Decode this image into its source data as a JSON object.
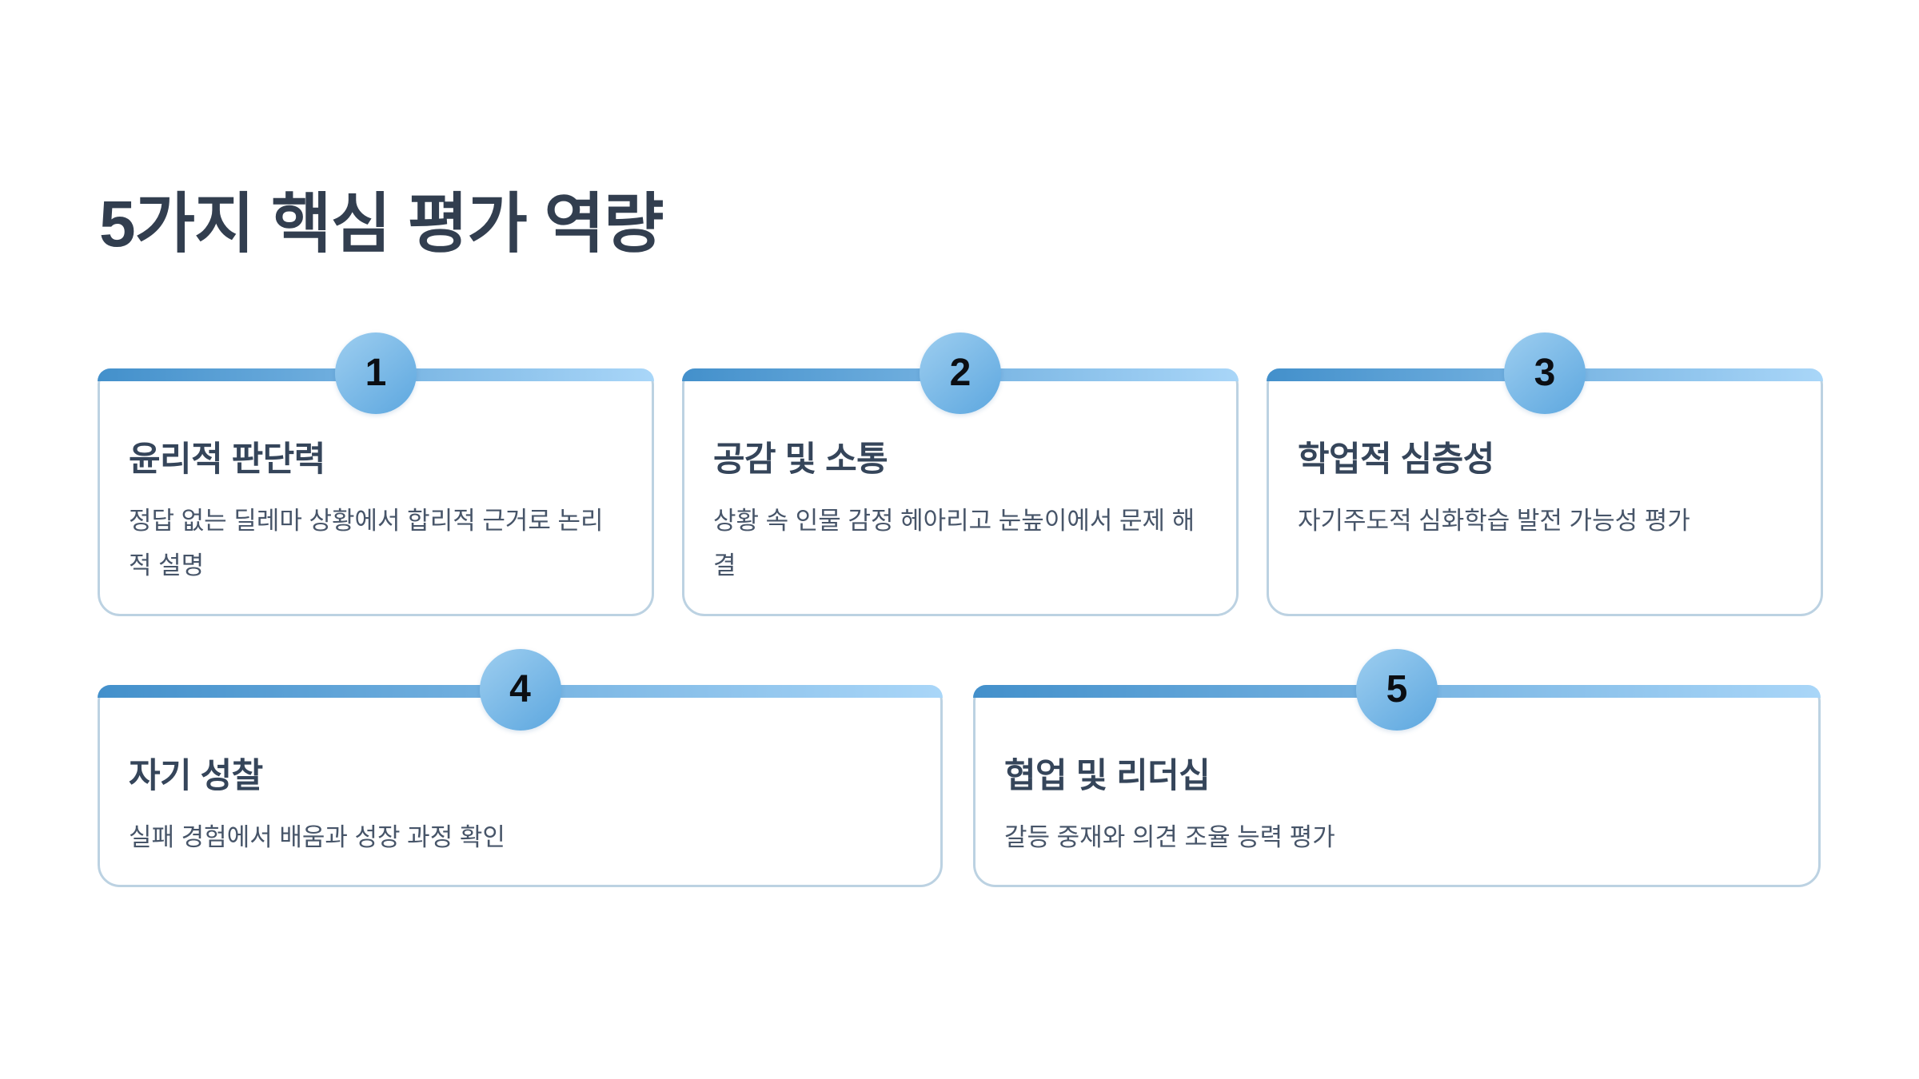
{
  "page": {
    "title": "5가지 핵심 평가 역량"
  },
  "theme": {
    "background": "#ffffff",
    "title_color": "#323e4f",
    "heading_color": "#35455a",
    "body_color": "#475569",
    "number_color": "#0b0e13",
    "card_border": "#bcd2e2",
    "bar_gradient_start": "#4390cb",
    "bar_gradient_end": "#a9d6f8",
    "circle_gradient_start": "#97caee",
    "circle_gradient_end": "#60a9e0"
  },
  "cards": [
    {
      "number": "1",
      "title": "윤리적 판단력",
      "description": "정답 없는 딜레마 상황에서 합리적 근거로 논리적 설명"
    },
    {
      "number": "2",
      "title": "공감 및 소통",
      "description": "상황 속 인물 감정 헤아리고 눈높이에서 문제 해결"
    },
    {
      "number": "3",
      "title": "학업적 심층성",
      "description": "자기주도적 심화학습 발전 가능성 평가"
    },
    {
      "number": "4",
      "title": "자기 성찰",
      "description": "실패 경험에서 배움과 성장 과정 확인"
    },
    {
      "number": "5",
      "title": "협업 및 리더십",
      "description": "갈등 중재와 의견 조율 능력 평가"
    }
  ]
}
